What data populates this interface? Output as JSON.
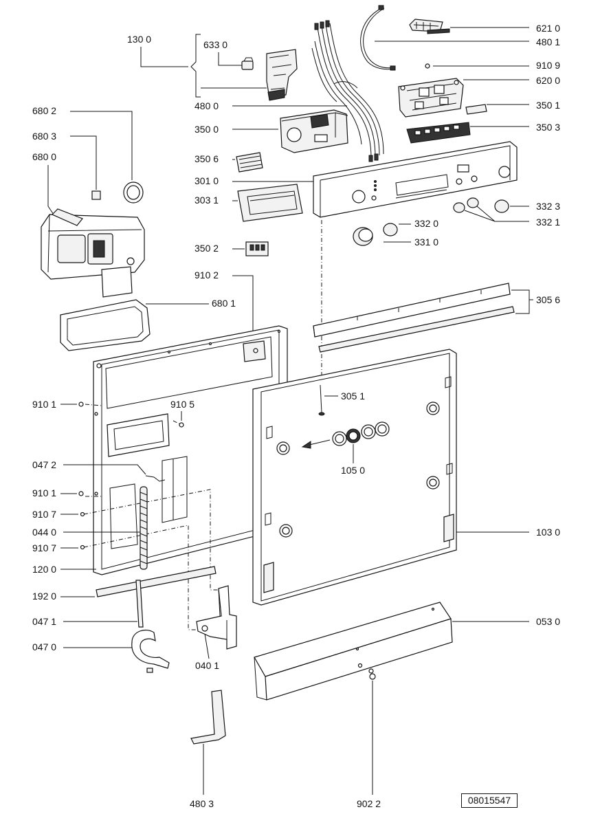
{
  "diagram": {
    "document_number": "08015547",
    "callouts": {
      "c1300": "130 0",
      "c6330": "633 0",
      "c4800": "480 0",
      "c6802": "680 2",
      "c6803": "680 3",
      "c6800": "680 0",
      "c3500": "350 0",
      "c3506": "350 6",
      "c3010": "301 0",
      "c3031": "303 1",
      "c3502": "350 2",
      "c6210": "621 0",
      "c4801": "480 1",
      "c9109": "910 9",
      "c6200": "620 0",
      "c3501": "350 1",
      "c3503": "350 3",
      "c3323": "332 3",
      "c3321": "332 1",
      "c3320": "332 0",
      "c3310": "331 0",
      "c9102": "910 2",
      "c6801": "680 1",
      "c3056": "305 6",
      "c9101a": "910 1",
      "c9105": "910 5",
      "c3051": "305 1",
      "c0472": "047 2",
      "c1050": "105 0",
      "c9101b": "910 1",
      "c9107a": "910 7",
      "c0440": "044 0",
      "c9107b": "910 7",
      "c1030": "103 0",
      "c1200": "120 0",
      "c1920": "192 0",
      "c0471": "047 1",
      "c0530": "053 0",
      "c0470": "047 0",
      "c0401": "040 1",
      "c4803": "480 3",
      "c9022": "902 2"
    }
  }
}
